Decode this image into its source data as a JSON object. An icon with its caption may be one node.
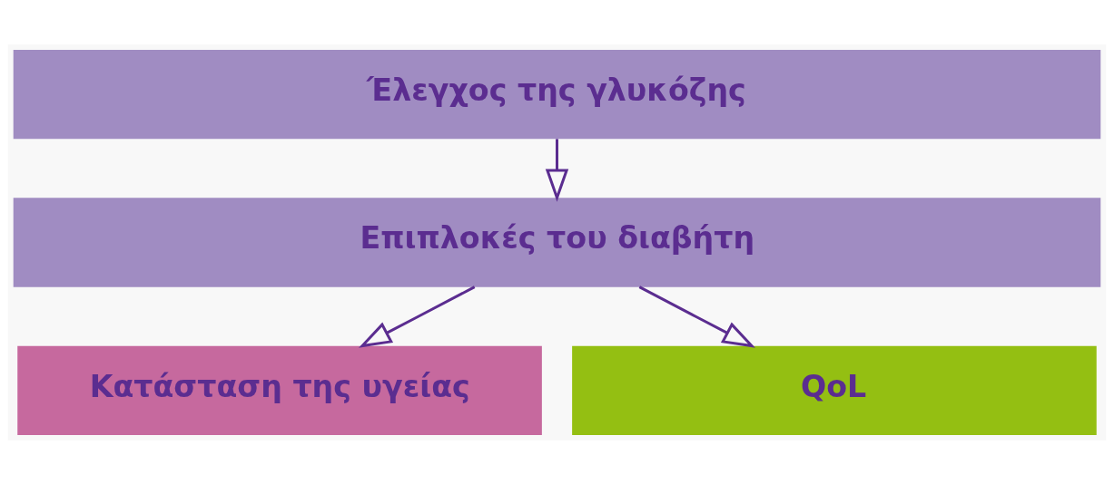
{
  "diagram": {
    "nodes": [
      {
        "text": [
          "Έλεγχος της γλυκόζης"
        ]
      },
      {
        "text": [
          "Επιπλοκές του διαβήτη"
        ]
      },
      {
        "text": [
          "Κατάσταση της υγείας"
        ]
      },
      {
        "text": [
          "QoL"
        ]
      }
    ],
    "edges": [
      {
        "from": 0,
        "to": 1,
        "arrow": "to"
      },
      {
        "from": 1,
        "to": 2,
        "arrow": "to"
      },
      {
        "from": 1,
        "to": 3,
        "arrow": "to"
      }
    ]
  }
}
